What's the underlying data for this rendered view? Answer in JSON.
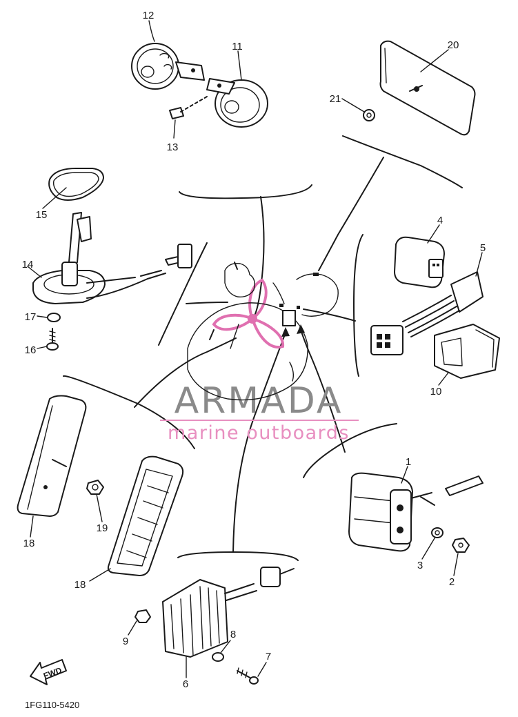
{
  "diagram": {
    "part_numbers": {
      "p1": "1",
      "p2": "2",
      "p3": "3",
      "p4": "4",
      "p5": "5",
      "p6": "6",
      "p7": "7",
      "p8": "8",
      "p9": "9",
      "p10": "10",
      "p11": "11",
      "p12": "12",
      "p13": "13",
      "p14": "14",
      "p15": "15",
      "p16": "16",
      "p17": "17",
      "p18a": "18",
      "p18b": "18",
      "p19": "19",
      "p20": "20",
      "p21": "21"
    },
    "drawing_code": "1FG110-5420",
    "fwd_label": "FWD"
  },
  "watermark": {
    "brand": "ARMADA",
    "tagline": "marine outboards",
    "logo_color": "#e070b0",
    "text_color": "#8a8a8a"
  },
  "icons": {
    "logo": "propeller-logo-icon",
    "fwd": "fwd-arrow-icon"
  }
}
